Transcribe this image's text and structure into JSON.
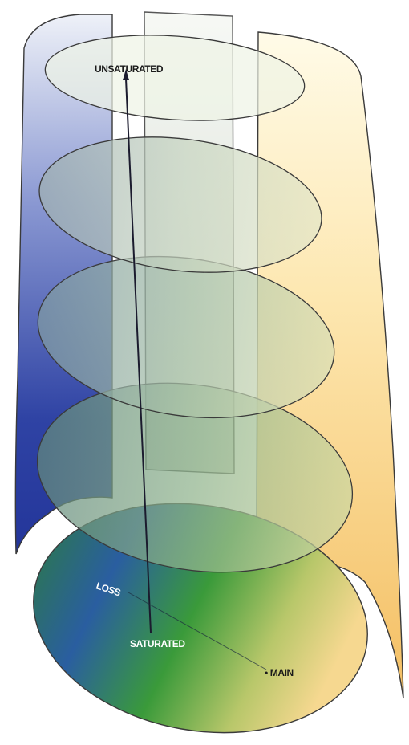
{
  "labels": {
    "top": "UNSATURATED",
    "bottom": "SATURATED",
    "left": "LOSS",
    "right": "• MAIN"
  },
  "colors": {
    "outline": "#3a3a3a",
    "left_band": "#2a3d9c",
    "right_band": "#f7c56a",
    "base_green": "#2e8a3c",
    "axis": "#1b1b2e"
  }
}
